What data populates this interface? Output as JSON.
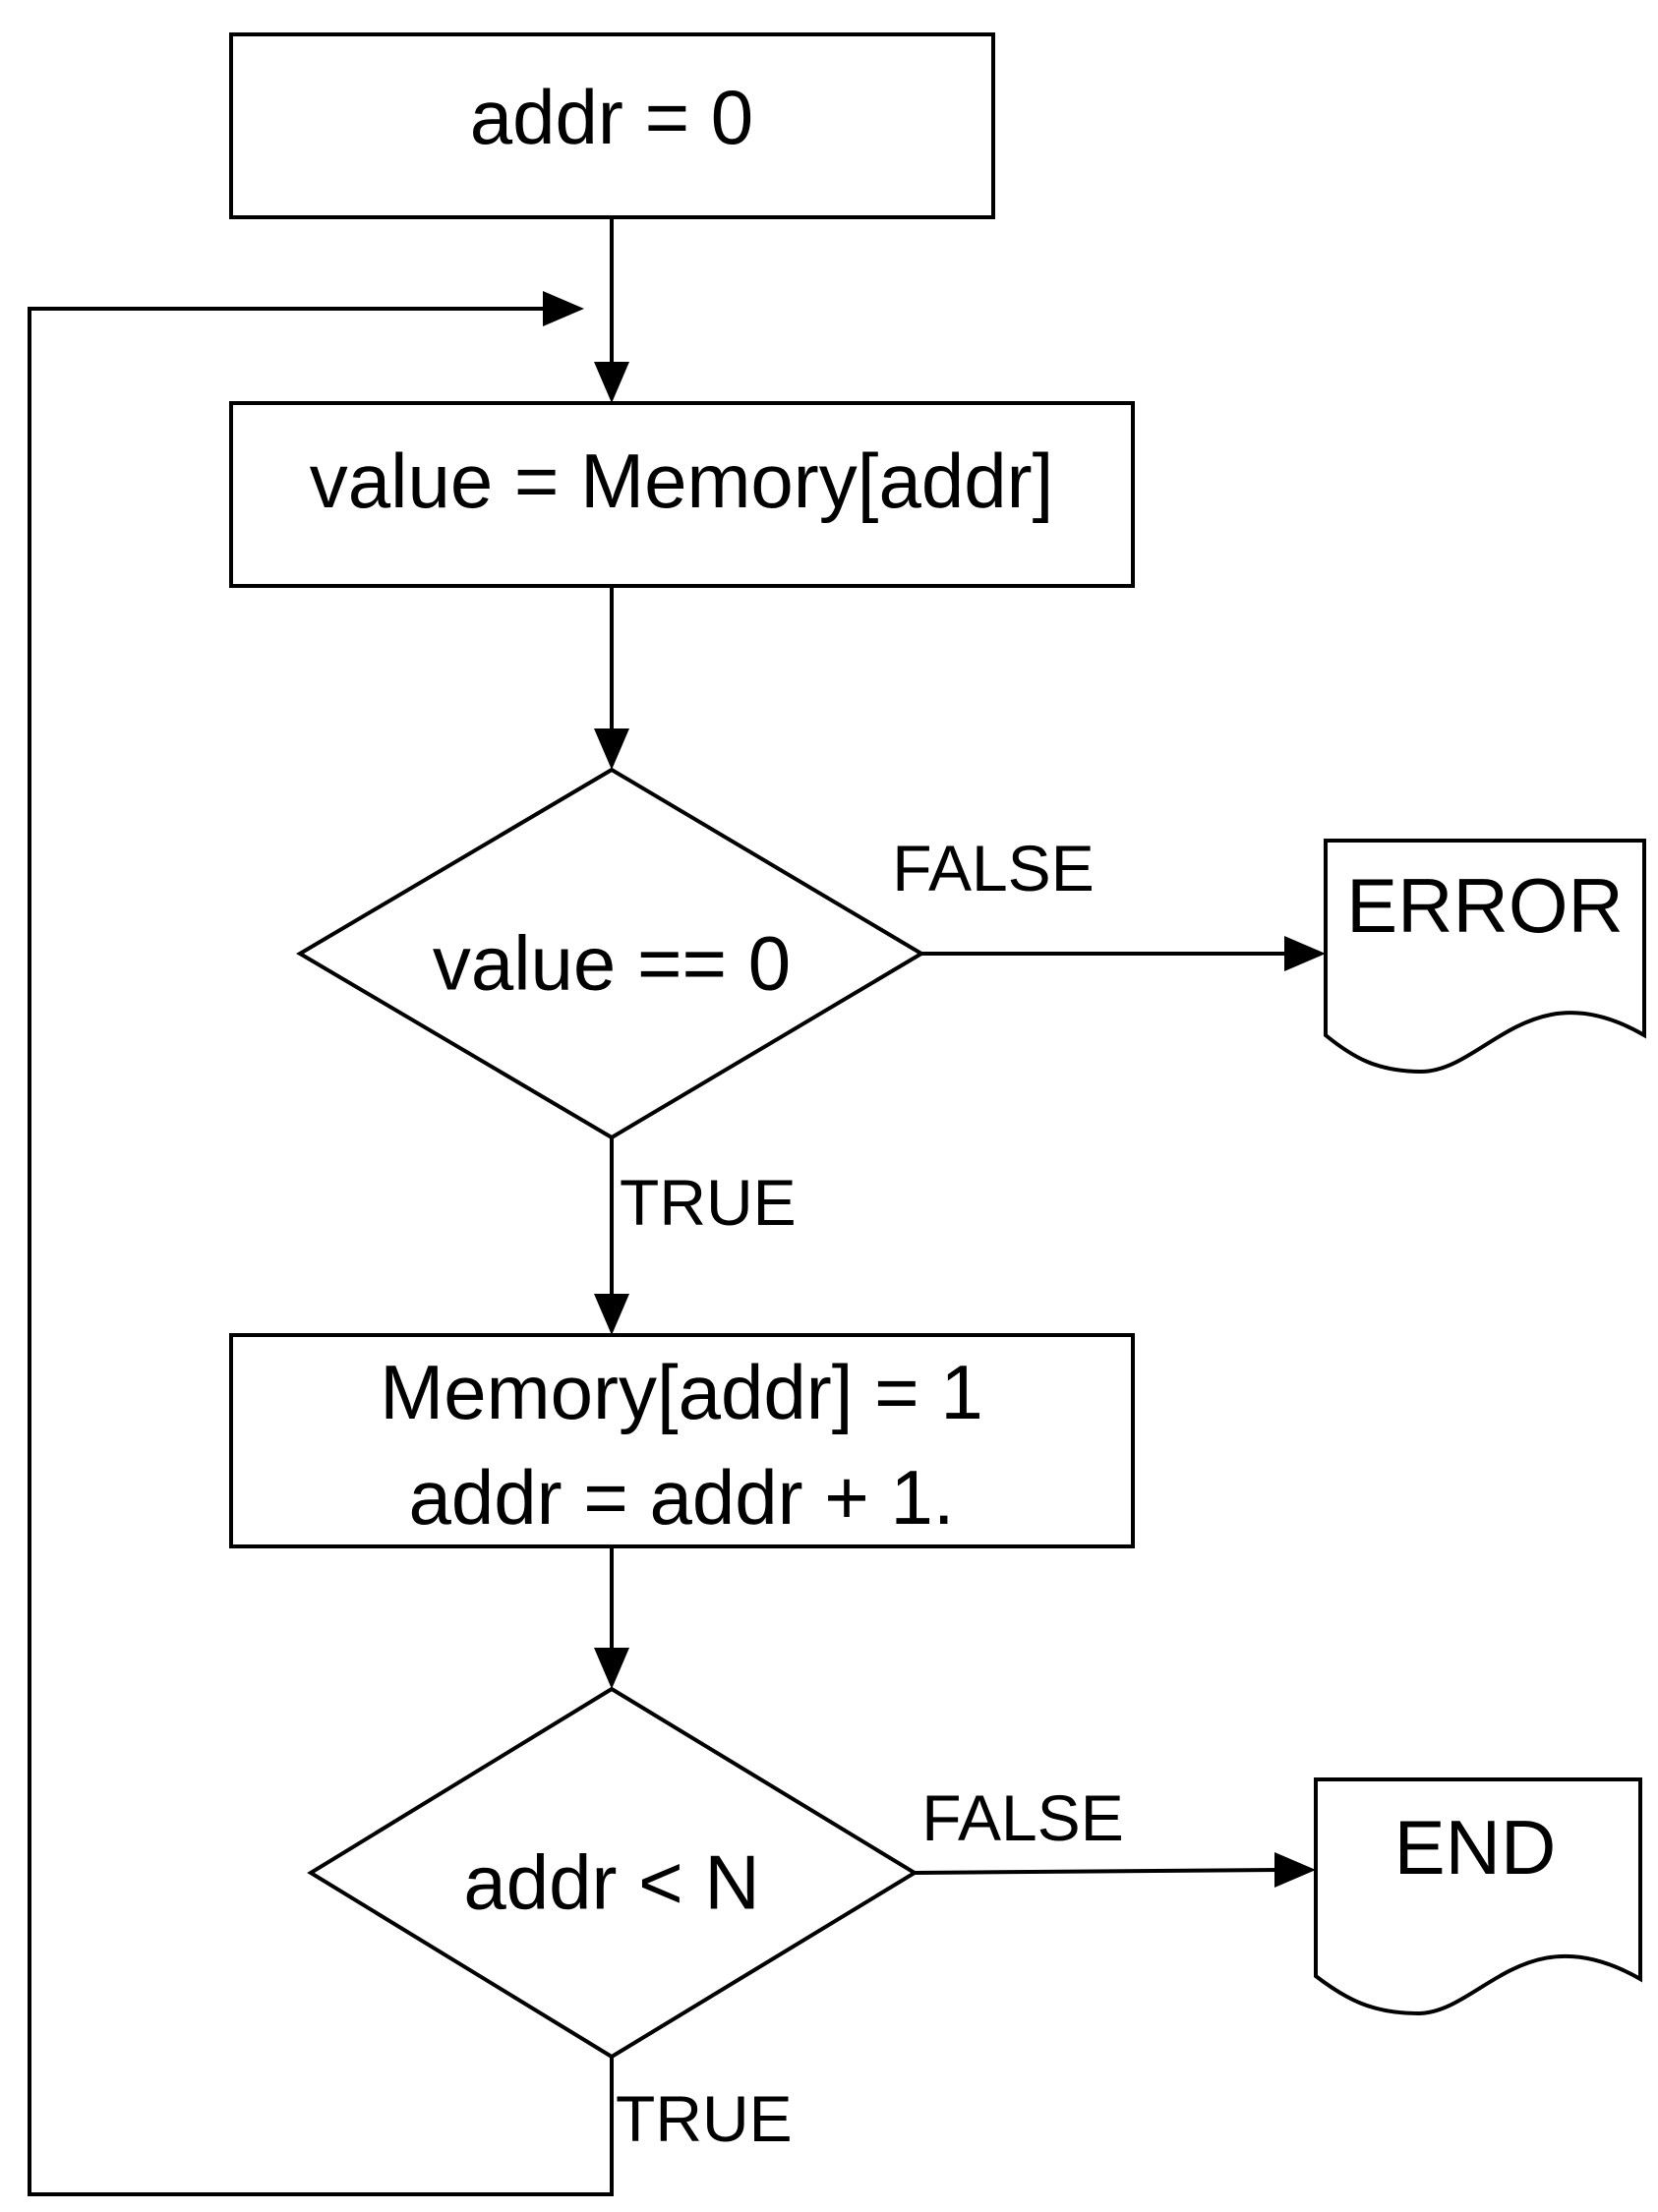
{
  "nodes": {
    "init": {
      "label": "addr = 0"
    },
    "read": {
      "label": "value = Memory[addr]"
    },
    "check_value": {
      "label": "value == 0"
    },
    "error": {
      "label": "ERROR"
    },
    "update": {
      "line1": "Memory[addr] = 1",
      "line2": "addr = addr + 1."
    },
    "check_addr": {
      "label": "addr < N"
    },
    "end": {
      "label": "END"
    }
  },
  "edges": {
    "value_false": "FALSE",
    "value_true": "TRUE",
    "addr_false": "FALSE",
    "addr_true": "TRUE"
  }
}
